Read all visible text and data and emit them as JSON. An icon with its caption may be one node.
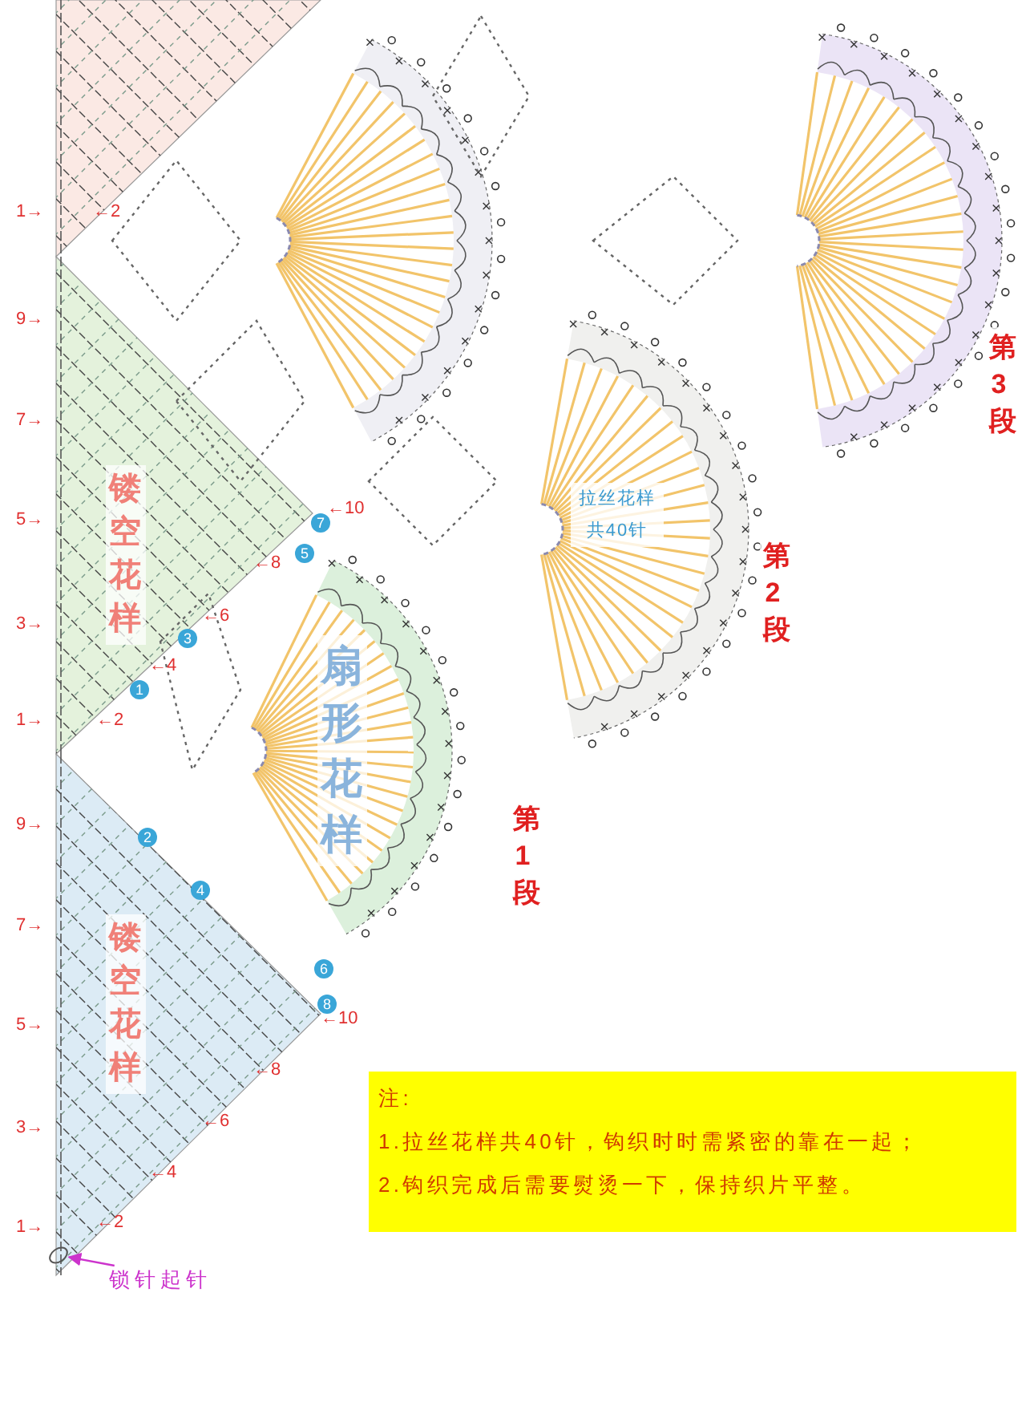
{
  "diagram": {
    "nodes": [
      {
        "text": [
          "注:",
          "1.拉丝花样共40针，钩织时时需紧密的靠在一起；",
          "2.钩织完成后需要熨烫一下，保持织片平整。"
        ]
      },
      {
        "text": [
          "1"
        ]
      },
      {
        "text": [
          "2"
        ]
      },
      {
        "text": [
          "3"
        ]
      },
      {
        "text": [
          "4"
        ]
      },
      {
        "text": [
          "5"
        ]
      },
      {
        "text": [
          "6"
        ]
      },
      {
        "text": [
          "7"
        ]
      },
      {
        "text": [
          "8"
        ]
      },
      {
        "text": [
          "锁针起针"
        ]
      },
      {
        "text": [],
        "shape": "circle"
      }
    ],
    "edges": [
      {
        "from": 9,
        "to": 10,
        "arrow": "to"
      }
    ],
    "labels": [
      "1→",
      "←2",
      "9→",
      "第3段",
      "7→",
      "镂空花样",
      "←10",
      "5→",
      "拉丝花样共40针",
      "←8",
      "第2段",
      "3→",
      "←6",
      "←4",
      "扇形花样",
      "1→",
      "←2",
      "9→",
      "第1段",
      "7→",
      "镂空花样",
      "5→",
      "←10",
      "←8",
      "3→",
      "←6",
      "←4",
      "1→",
      "←2"
    ]
  }
}
